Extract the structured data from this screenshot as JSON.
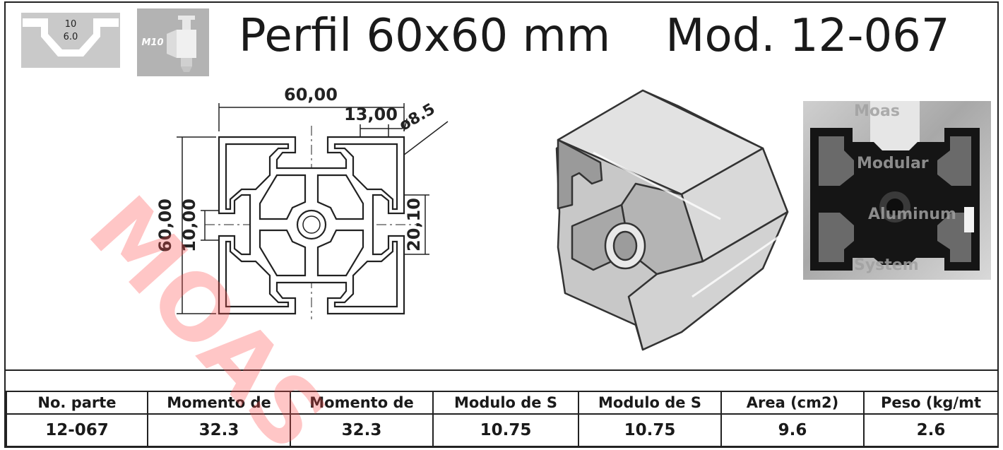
{
  "title": {
    "profile": "Perfil 60x60 mm",
    "model": "Mod. 12-067"
  },
  "slot_icon": {
    "top_value": "10",
    "bottom_value": "6.0"
  },
  "bolt_icon": {
    "label": "M10"
  },
  "drawing": {
    "width_label": "60,00",
    "slot_width_label": "13,00",
    "bore_label": "ø8.5",
    "height_label": "60,00",
    "slot_height_label": "10,00",
    "right_label": "20,10"
  },
  "photo": {
    "texts": [
      "Moas",
      "Modular",
      "Aluminum",
      "System"
    ]
  },
  "watermark": {
    "text": "MOAS"
  },
  "colors": {
    "watermark": "#ff4d4d",
    "profile_fill": "#c8c8c8",
    "profile_dark": "#333333"
  },
  "table": {
    "headers": [
      "No. parte",
      "Momento de",
      "Momento de",
      "Modulo de S",
      "Modulo de S",
      "Area (cm2)",
      "Peso (kg/mt"
    ],
    "rows": [
      [
        "12-067",
        "32.3",
        "32.3",
        "10.75",
        "10.75",
        "9.6",
        "2.6"
      ]
    ]
  }
}
